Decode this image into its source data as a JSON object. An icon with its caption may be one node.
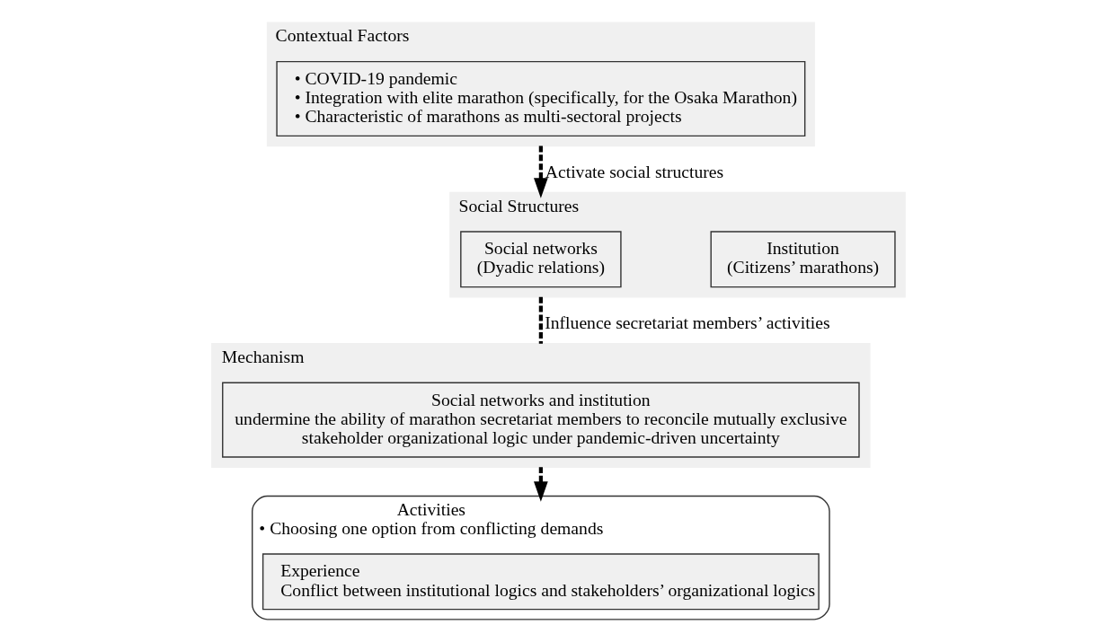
{
  "diagram": {
    "nodes": [
      {
        "text": [
          "Contextual Factors"
        ]
      },
      {
        "text": [
          "• COVID-19 pandemic",
          "• Integration with elite marathon (specifically, for the Osaka Marathon)",
          "• Characteristic of marathons as multi-sectoral projects"
        ],
        "in": 0
      },
      {
        "text": [
          "Social Structures"
        ]
      },
      {
        "text": [
          "Social networks",
          "(Dyadic relations)"
        ],
        "in": 2
      },
      {
        "text": [
          "Institution",
          "(Citizens’ marathons)"
        ],
        "in": 2
      },
      {
        "text": [
          "Mechanism"
        ]
      },
      {
        "text": [
          "Social networks and institution",
          "undermine the ability of marathon secretariat members to reconcile mutually exclusive stakeholder organizational logic under pandemic-driven uncertainty"
        ],
        "in": 5
      },
      {
        "text": [
          "Activities",
          "• Choosing one option from conflicting demands"
        ]
      },
      {
        "text": [
          "Experience",
          "Conflict between institutional logics and stakeholders’ organizational logics"
        ],
        "in": 7
      }
    ],
    "edges": [
      {
        "from": 0,
        "to": 2,
        "arrow": "to",
        "label": "Activate social structures",
        "style": "dashed"
      },
      {
        "from": 2,
        "to": 5,
        "arrow": "none",
        "label": "Influence secretariat members’ activities",
        "style": "dashed"
      },
      {
        "from": 5,
        "to": 7,
        "arrow": "to",
        "style": "dashed"
      }
    ]
  }
}
